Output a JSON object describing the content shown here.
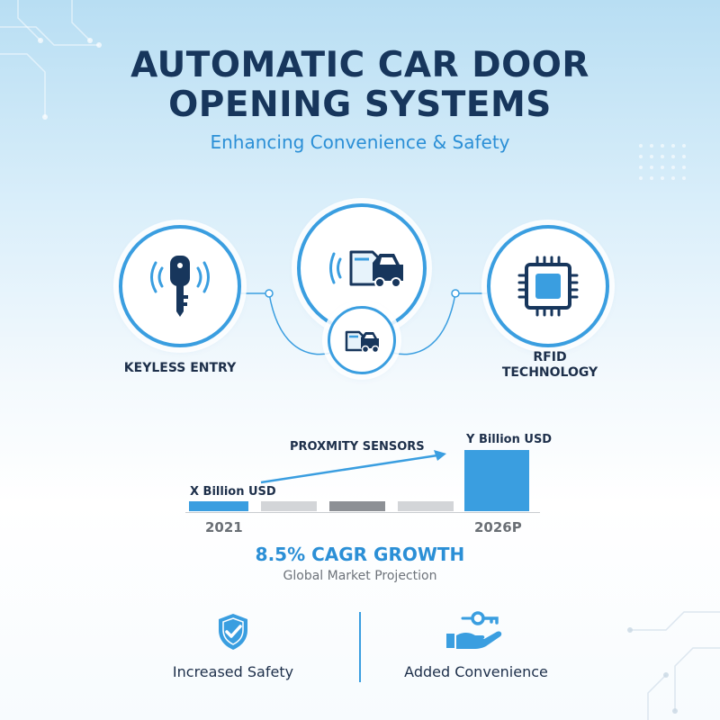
{
  "header": {
    "title_line1": "AUTOMATIC CAR DOOR",
    "title_line2": "OPENING SYSTEMS",
    "subtitle": "Enhancing Convenience & Safety"
  },
  "features": [
    {
      "label_line1": "KEYLESS ENTRY",
      "label_line2": "",
      "icon": "key-signal-icon"
    },
    {
      "label_line1": "",
      "label_line2": "",
      "icon": "car-door-sensor-icon"
    },
    {
      "label_line1": "",
      "label_line2": "",
      "icon": "car-door-small-icon"
    },
    {
      "label_line1": "RFID",
      "label_line2": "TECHNOLOGY",
      "icon": "chip-icon"
    }
  ],
  "market": {
    "start_value": "X Billion USD",
    "end_value": "Y Billion USD",
    "trend_label": "PROXMITY SENSORS",
    "start_year": "2021",
    "end_year": "2026P",
    "growth": "8.5% CAGR GROWTH",
    "growth_sub": "Global Market Projection"
  },
  "benefits": [
    {
      "label": "Increased Safety",
      "icon": "shield-check-icon"
    },
    {
      "label": "Added Convenience",
      "icon": "hand-key-icon"
    }
  ],
  "colors": {
    "navy": "#17365c",
    "accent_blue": "#3a9ee0",
    "light_grey": "#d3d5d8",
    "mid_grey": "#8d9095"
  }
}
